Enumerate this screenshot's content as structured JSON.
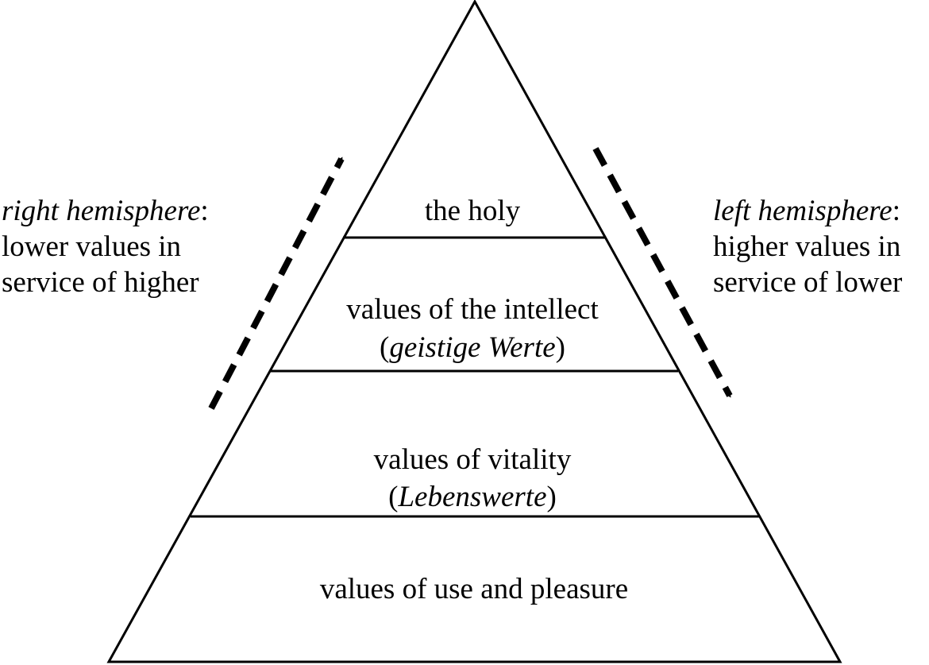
{
  "diagram": {
    "tiers": [
      {
        "line1": "the holy",
        "line2_open": "",
        "line2_em": "",
        "line2_close": ""
      },
      {
        "line1": "values of the intellect",
        "line2_open": "(",
        "line2_em": "geistige Werte",
        "line2_close": ")"
      },
      {
        "line1": "values of vitality",
        "line2_open": "(",
        "line2_em": "Lebenswerte",
        "line2_close": ")"
      },
      {
        "line1": "values of use and pleasure",
        "line2_open": "",
        "line2_em": "",
        "line2_close": ""
      }
    ],
    "left_note": {
      "title": "right hemisphere",
      "title_suffix": ":",
      "line2": "lower values in",
      "line3": "service of higher"
    },
    "right_note": {
      "title": "left hemisphere",
      "title_suffix": ":",
      "line2": "higher values in",
      "line3": "service of lower"
    },
    "left_arrow_direction": "up",
    "right_arrow_direction": "down",
    "colors": {
      "stroke": "#000000",
      "background": "#ffffff"
    }
  }
}
